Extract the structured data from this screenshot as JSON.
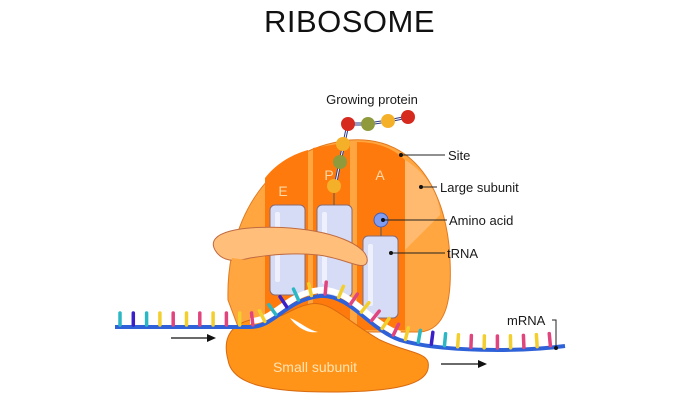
{
  "title": "RIBOSOME",
  "labels": {
    "growing_protein": "Growing protein",
    "site": "Site",
    "large_subunit": "Large subunit",
    "amino_acid": "Amino acid",
    "trna": "tRNA",
    "mrna": "mRNA",
    "small_subunit": "Small subunit"
  },
  "sites": [
    "E",
    "P",
    "A"
  ],
  "colors": {
    "large_subunit_light": "#ffa640",
    "large_subunit_dark": "#ff7a0d",
    "large_subunit_pale": "#ffbf7a",
    "small_subunit": "#ff9418",
    "trna": "#d6dcf5",
    "mrna_backbone": "#2f62d8",
    "amino_acid": "#7f9cf0",
    "bead_red": "#d62a1f",
    "bead_olive": "#8f9a3c",
    "bead_yellow": "#f5b02a"
  },
  "base_colors": [
    "#2bb7c4",
    "#3b1fc7",
    "#2bb7c4",
    "#f2cf2e",
    "#e0457d",
    "#f2cf2e",
    "#e0457d",
    "#f2cf2e",
    "#e0457d",
    "#f2cf2e",
    "#e0457d",
    "#f2cf2e"
  ]
}
